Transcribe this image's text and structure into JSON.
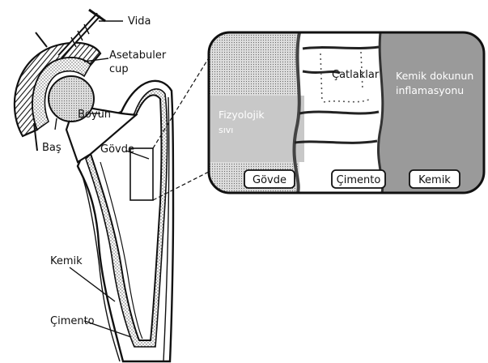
{
  "colors": {
    "ink": "#111111",
    "bone_fill": "#ffffff",
    "cement_fill": "#d9d9d9",
    "body_fluid": "#cfcfcf",
    "bone_tissue": "#9a9a9a",
    "inset_text": "#ffffff"
  },
  "labels": {
    "screw": "Vida",
    "cup_line1": "Asetabuler",
    "cup_line2": "cup",
    "neck": "Boyun",
    "head": "Baş",
    "stem": "Gövde",
    "bone": "Kemik",
    "cement": "Çimento"
  },
  "inset": {
    "cracks": "Çatlaklar",
    "fluid_line1": "Fizyolojik",
    "fluid_line2": "sıvı",
    "inflammation_line1": "Kemik dokunun",
    "inflammation_line2": "inflamasyonu",
    "tags": {
      "stem": "Gövde",
      "cement": "Çimento",
      "bone": "Kemik"
    }
  }
}
